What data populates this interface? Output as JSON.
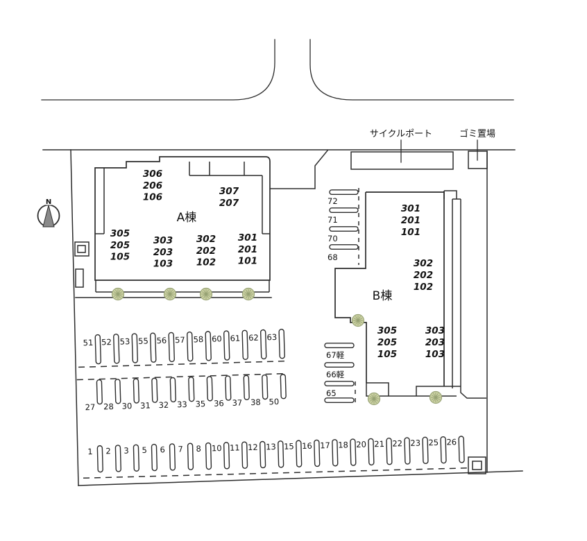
{
  "site": {
    "labels": {
      "cycle_port": "サイクルポート",
      "garbage_area": "ゴミ置場",
      "north": "N"
    },
    "colors": {
      "line": "#2b2b2b",
      "tree_fill": "#cdd3a5",
      "tree_stroke": "#97a274",
      "compass_needle": "#8a8a8a"
    }
  },
  "building_a": {
    "title": "A棟",
    "unit_columns": [
      [
        "306",
        "206",
        "106"
      ],
      [
        "307",
        "207"
      ],
      [
        "305",
        "205",
        "105"
      ],
      [
        "303",
        "203",
        "103"
      ],
      [
        "302",
        "202",
        "102"
      ],
      [
        "301",
        "201",
        "101"
      ]
    ]
  },
  "building_b": {
    "title": "B棟",
    "unit_columns": [
      [
        "301",
        "201",
        "101"
      ],
      [
        "302",
        "202",
        "102"
      ],
      [
        "305",
        "205",
        "105"
      ],
      [
        "303",
        "203",
        "103"
      ]
    ]
  },
  "parking": {
    "row_top": [
      "51",
      "52",
      "53",
      "55",
      "56",
      "57",
      "58",
      "60",
      "61",
      "62",
      "63"
    ],
    "row_middle": [
      "27",
      "28",
      "30",
      "31",
      "32",
      "33",
      "35",
      "36",
      "37",
      "38",
      "50"
    ],
    "row_bottom": [
      "1",
      "2",
      "3",
      "5",
      "6",
      "7",
      "8",
      "10",
      "11",
      "12",
      "13",
      "15",
      "16",
      "17",
      "18",
      "20",
      "21",
      "22",
      "23",
      "25",
      "26"
    ],
    "col_b_upper": [
      "72",
      "71",
      "70",
      "68"
    ],
    "col_b_lower": [
      "67軽",
      "66軽",
      "65"
    ]
  }
}
